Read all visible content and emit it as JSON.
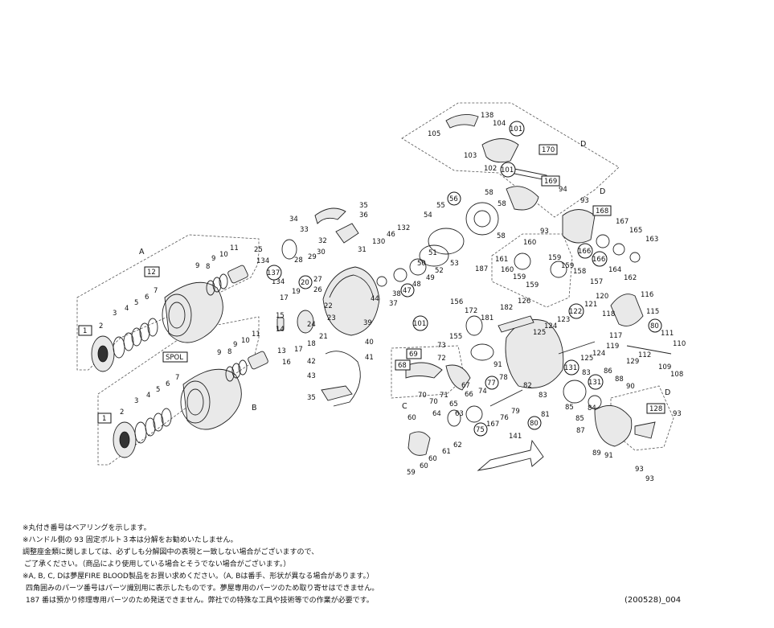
{
  "diagram": {
    "group_labels": [
      "A",
      "B",
      "C",
      "D",
      "D",
      "D"
    ],
    "boxed_labels": [
      "1",
      "12",
      "1",
      "SPOL",
      "170",
      "169",
      "168",
      "128",
      "69",
      "68"
    ],
    "circled_labels": [
      "56",
      "101",
      "101",
      "137",
      "20",
      "47",
      "166",
      "166",
      "122",
      "101",
      "80",
      "131",
      "131",
      "77",
      "75",
      "80"
    ],
    "part_numbers": [
      "138",
      "105",
      "104",
      "103",
      "102",
      "94",
      "93",
      "93",
      "35",
      "34",
      "36",
      "33",
      "32",
      "31",
      "30",
      "29",
      "25",
      "134",
      "28",
      "27",
      "26",
      "11",
      "10",
      "9",
      "9",
      "8",
      "7",
      "6",
      "5",
      "4",
      "3",
      "2",
      "12",
      "11",
      "10",
      "9",
      "9",
      "8",
      "7",
      "6",
      "5",
      "4",
      "3",
      "2",
      "58",
      "55",
      "54",
      "53",
      "52",
      "51",
      "50",
      "49",
      "48",
      "46",
      "132",
      "130",
      "44",
      "39",
      "40",
      "41",
      "42",
      "43",
      "35",
      "38",
      "37",
      "19",
      "17",
      "16",
      "15",
      "14",
      "13",
      "18",
      "21",
      "22",
      "23",
      "24",
      "167",
      "165",
      "163",
      "164",
      "162",
      "160",
      "160",
      "161",
      "159",
      "159",
      "159",
      "159",
      "158",
      "157",
      "187",
      "126",
      "182",
      "181",
      "172",
      "156",
      "155",
      "91",
      "125",
      "124",
      "123",
      "121",
      "120",
      "118",
      "117",
      "119",
      "116",
      "115",
      "112",
      "111",
      "110",
      "109",
      "108",
      "129",
      "90",
      "88",
      "86",
      "85",
      "84",
      "83",
      "87",
      "89",
      "91",
      "93",
      "93",
      "93",
      "73",
      "72",
      "70",
      "71",
      "67",
      "66",
      "65",
      "64",
      "63",
      "62",
      "61",
      "60",
      "60",
      "60",
      "59",
      "74",
      "76",
      "78",
      "79",
      "81",
      "82",
      "141"
    ]
  },
  "notes": [
    "※丸付き番号はベアリングを示します。",
    "※ハンドル側の 93 固定ボルト３本は分解をお勧めいたしません。",
    "調整座金類に関しましては、必ずしも分解図中の表現と一致しない場合がございますので、",
    "ご了承ください。（商品により使用している場合とそうでない場合がございます。）",
    "※A, B, C, Dは夢屋FIRE BLOOD製品をお買い求めください。（A, Bは番手、形状が異なる場合があります。）",
    "四角囲みのパーツ番号はパーツ識別用に表示したものです。夢屋専用のパーツのため取り寄せはできません。",
    "187 番は預かり修理専用パーツのため発送できません。弊社での特殊な工具や技術等での作業が必要です。"
  ],
  "doc_id": "(200528)_004"
}
